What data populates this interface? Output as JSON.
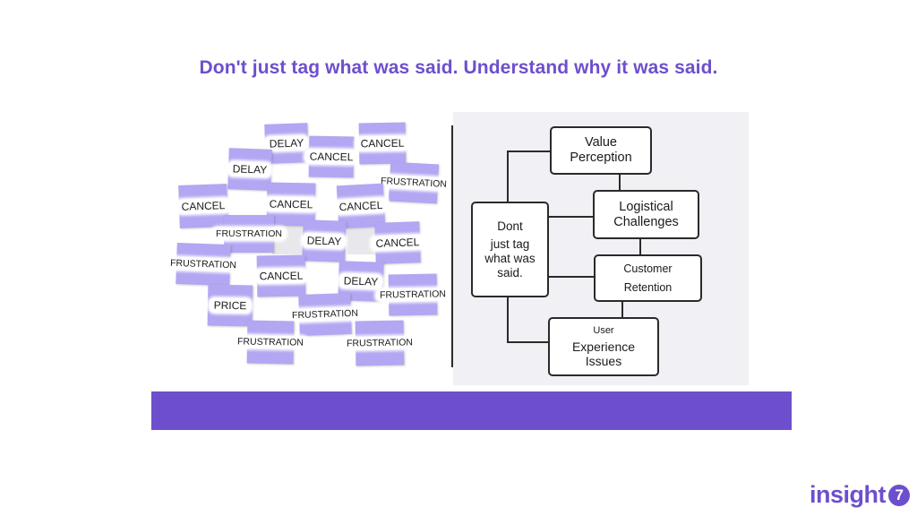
{
  "headline": "Don't just tag what was said. Understand why it was said.",
  "colors": {
    "accent": "#6d4fcd",
    "sticky_note": "#b3a6f2",
    "bar": "#6d4fcd",
    "logo_text": "#6d4fcd"
  },
  "sticky_notes": [
    {
      "label": "DELAY"
    },
    {
      "label": "CANCEL"
    },
    {
      "label": "CANCEL"
    },
    {
      "label": "DELAY"
    },
    {
      "label": "FRUSTRATION"
    },
    {
      "label": "CANCEL"
    },
    {
      "label": "CANCEL"
    },
    {
      "label": "CANCEL"
    },
    {
      "label": "FRUSTRATION"
    },
    {
      "label": "DELAY"
    },
    {
      "label": "CANCEL"
    },
    {
      "label": "FRUSTRATION"
    },
    {
      "label": "CANCEL"
    },
    {
      "label": "DELAY"
    },
    {
      "label": "FRUSTRATION"
    },
    {
      "label": "PRICE"
    },
    {
      "label": "FRUSTRATION"
    },
    {
      "label": "FRUSTRATION"
    },
    {
      "label": "FRUSTRATION"
    }
  ],
  "diagram": {
    "center": {
      "lines": [
        "Dont",
        "just tag",
        "what was",
        "said."
      ]
    },
    "value": {
      "lines": [
        "Value",
        "Perception"
      ]
    },
    "logistical": {
      "lines": [
        "Logistical",
        "Challenges"
      ]
    },
    "retention": {
      "lines": [
        "Customer",
        "Retention"
      ]
    },
    "ux": {
      "lines": [
        "User",
        "Experience",
        "Issues"
      ]
    }
  },
  "logo": {
    "text": "insight",
    "mark": "7"
  }
}
